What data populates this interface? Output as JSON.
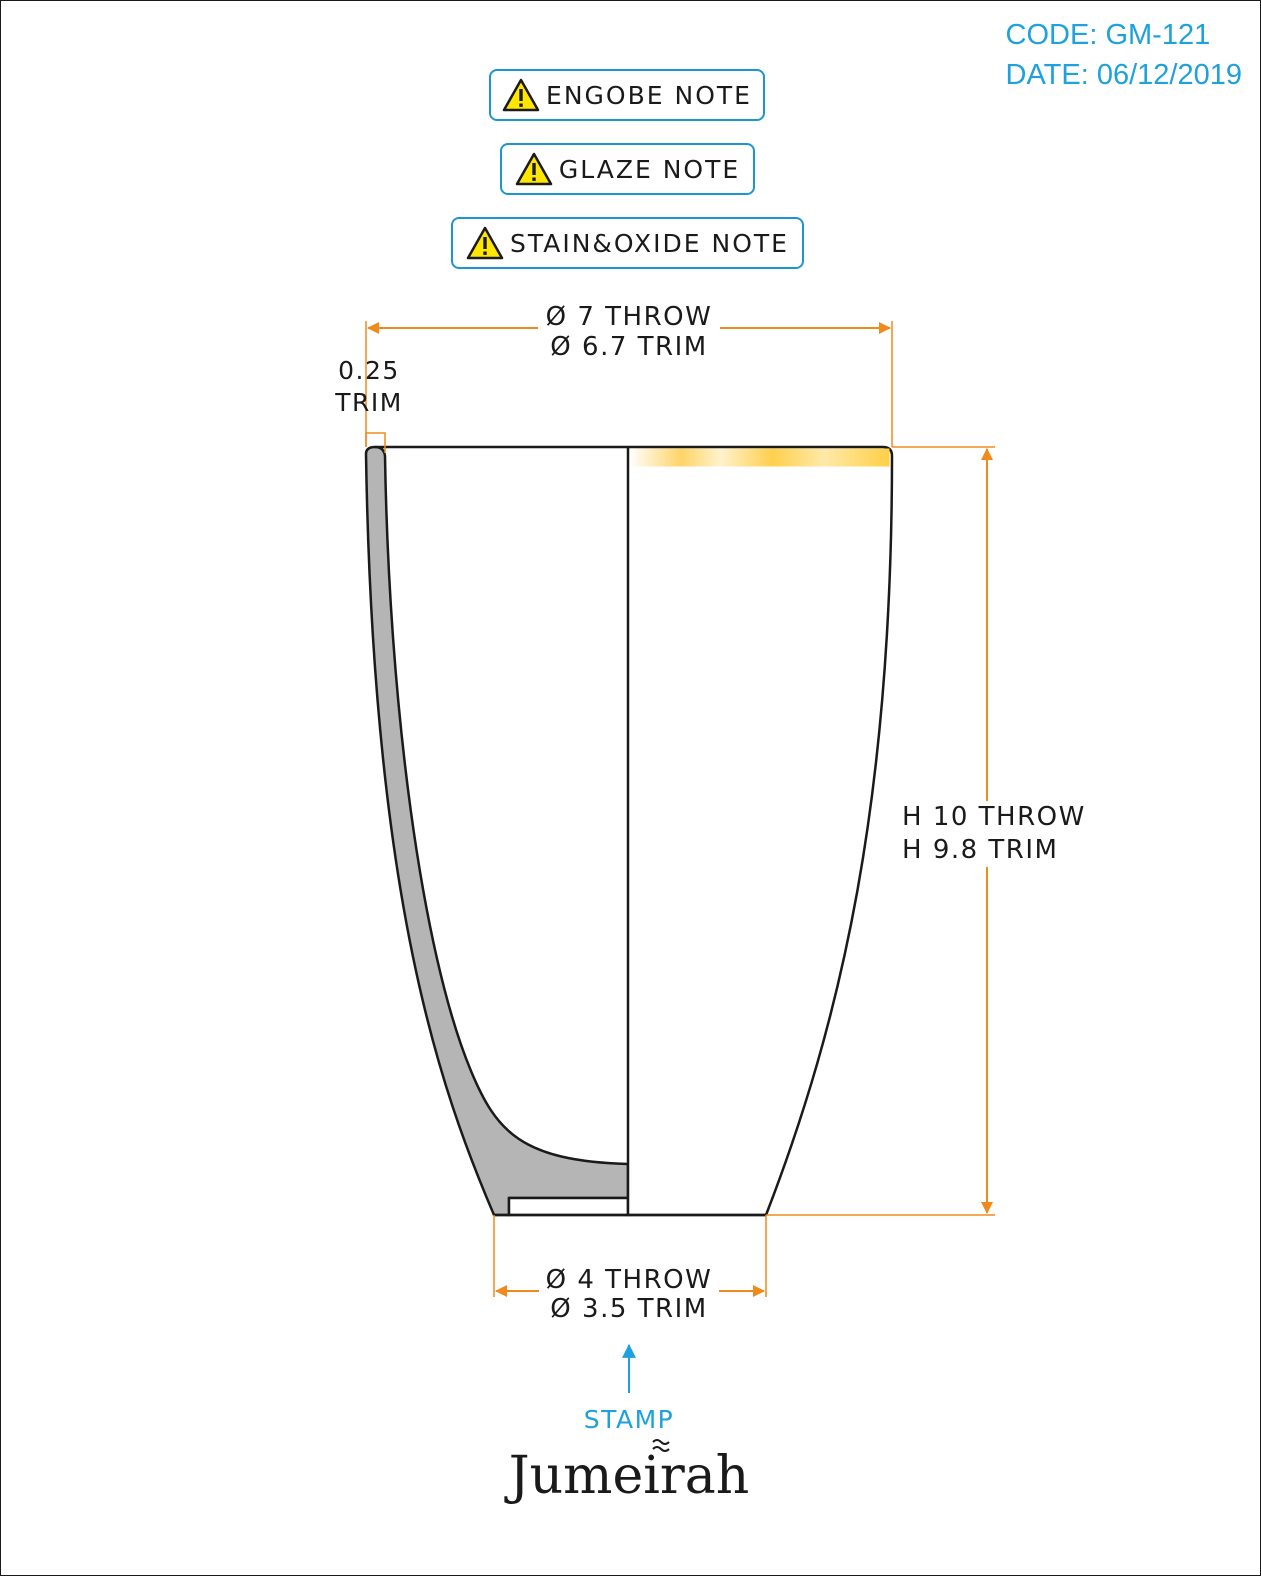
{
  "header": {
    "code": "CODE: GM-121",
    "date": "DATE: 06/12/2019"
  },
  "notes": [
    {
      "label": "ENGOBE NOTE",
      "icon": "warning-icon"
    },
    {
      "label": "GLAZE NOTE",
      "icon": "warning-icon"
    },
    {
      "label": "STAIN&OXIDE NOTE",
      "icon": "warning-icon"
    }
  ],
  "dimensions": {
    "top_diameter": {
      "throw": "Ø 7 THROW",
      "trim": "Ø 6.7 TRIM"
    },
    "wall": {
      "value": "0.25",
      "label": "TRIM"
    },
    "height": {
      "throw": "H 10 THROW",
      "trim": "H 9.8 TRIM"
    },
    "base_diameter": {
      "throw": "Ø 4 THROW",
      "trim": "Ø 3.5 TRIM"
    }
  },
  "stamp": {
    "label": "STAMP"
  },
  "brand": {
    "logo_text": "Jumeirah"
  },
  "colors": {
    "dimension": "#f08a1c",
    "accent": "#1ea1dc",
    "section_fill": "#b5b5b5",
    "outline": "#1a1a1a",
    "warning": "#ffe600"
  }
}
